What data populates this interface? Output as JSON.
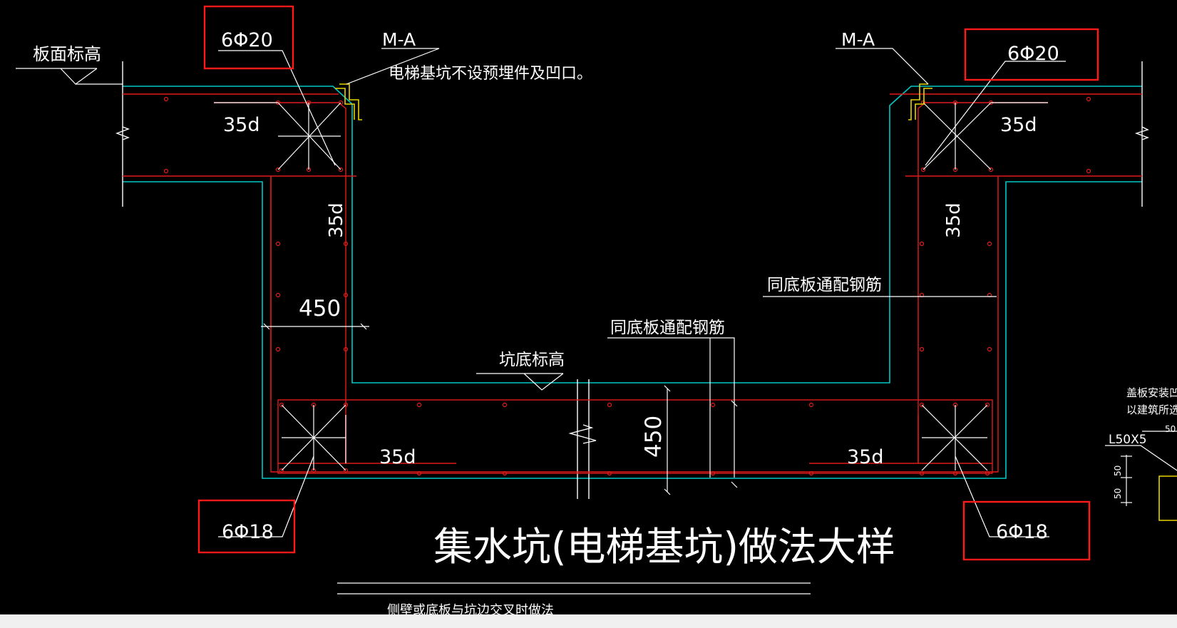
{
  "labels": {
    "title": "集水坑(电梯基坑)做法大样",
    "board_elevation": "板面标高",
    "pit_bottom_elevation": "坑底标高",
    "embedment_left": "M-A",
    "embedment_right": "M-A",
    "pit_note": "电梯基坑不设预埋件及凹口。",
    "same_reinf_upper": "同底板通配钢筋",
    "same_reinf_lower": "同底板通配钢筋",
    "top_bars_left": "6Φ20",
    "top_bars_right": "6Φ20",
    "bottom_bars_left": "6Φ18",
    "bottom_bars_right": "6Φ18",
    "anchor_top_left": "35d",
    "anchor_top_right": "35d",
    "anchor_wall_left": "35d",
    "anchor_wall_right": "35d",
    "anchor_bottom_left": "35d",
    "anchor_bottom_right": "35d",
    "dim_wall": "450",
    "dim_slab": "450",
    "cover_note_1": "盖板安装凹口尺寸",
    "cover_note_2": "以建筑所选盖板",
    "angle_steel": "L50X5",
    "dim_50_top": "50",
    "dim_50_a": "50",
    "dim_50_b": "50",
    "footer_text": "侧壁或底板与坑边交叉时做法"
  },
  "colors": {
    "background": "#000000",
    "concrete_outline": "#00c8c8",
    "rebar": "#e01a1a",
    "annotation": "#ffffff",
    "embedment": "#e8d200",
    "highlight_box": "#ff1a1a"
  }
}
